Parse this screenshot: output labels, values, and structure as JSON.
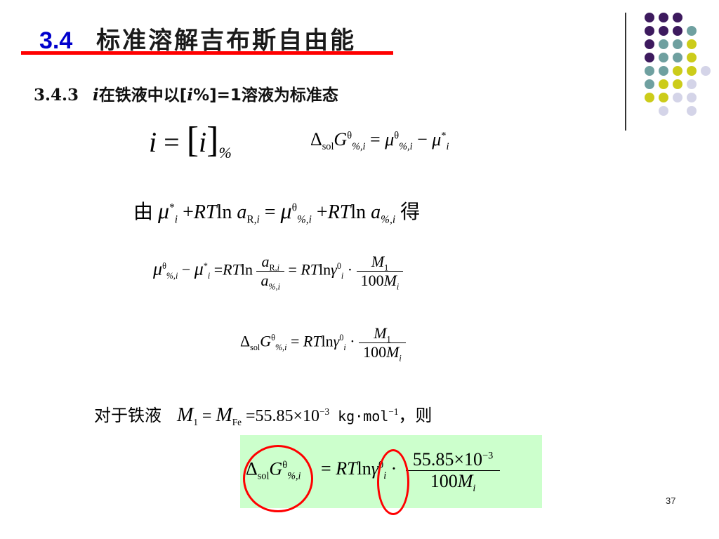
{
  "slide": {
    "section_number": "3.4",
    "section_title": "标准溶解吉布斯自由能",
    "subsection_number": "3.4.3",
    "subsection_i": "i",
    "subsection_text_1": "在铁液中以[",
    "subsection_i2": "i",
    "subsection_text_2": "%]=1溶液为标准态",
    "page_number": "37"
  },
  "equations": {
    "eq1_left": "i = [i]",
    "eq1_sub": "%",
    "eq2": "ΔsolGθ%,i = μθ%,i − μ*i",
    "eq3_prefix": "由",
    "eq3_suffix": "得",
    "iron_prefix": "对于铁液",
    "iron_value": "=55.85×10",
    "iron_exp": "−3",
    "iron_unit": " kg·mol",
    "iron_unit_exp": "−1",
    "iron_suffix": "，则",
    "final_numerator": "55.85×10",
    "final_exp": "−3",
    "final_denominator": "100M"
  },
  "colors": {
    "accent_red": "#ff0000",
    "title_blue": "#0000cc",
    "highlight_green": "#ccffcc",
    "dot_purple": "#3d1a5e",
    "dot_teal": "#6fa0a0",
    "dot_yellow": "#cccc1a",
    "dot_lavender": "#d4d4e8"
  }
}
